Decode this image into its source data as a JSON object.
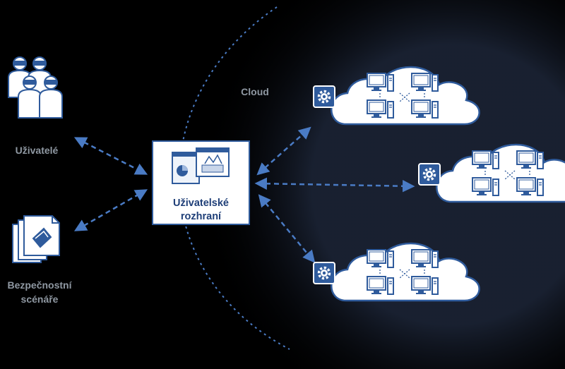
{
  "labels": {
    "users": "Uživatelé",
    "scenarios_line1": "Bezpečnostní",
    "scenarios_line2": "scénáře",
    "cloud": "Cloud",
    "ui_line1": "Uživatelské",
    "ui_line2": "rozhraní"
  },
  "colors": {
    "background": "#000000",
    "accent": "#2f5b9c",
    "arrow": "#4a7bc4",
    "label": "#8f98a2",
    "icon_fill": "#ffffff"
  },
  "icons": [
    "users-icon",
    "documents-icon",
    "ui-windows-icon",
    "gear-icon",
    "computer-icon",
    "cloud-icon"
  ]
}
